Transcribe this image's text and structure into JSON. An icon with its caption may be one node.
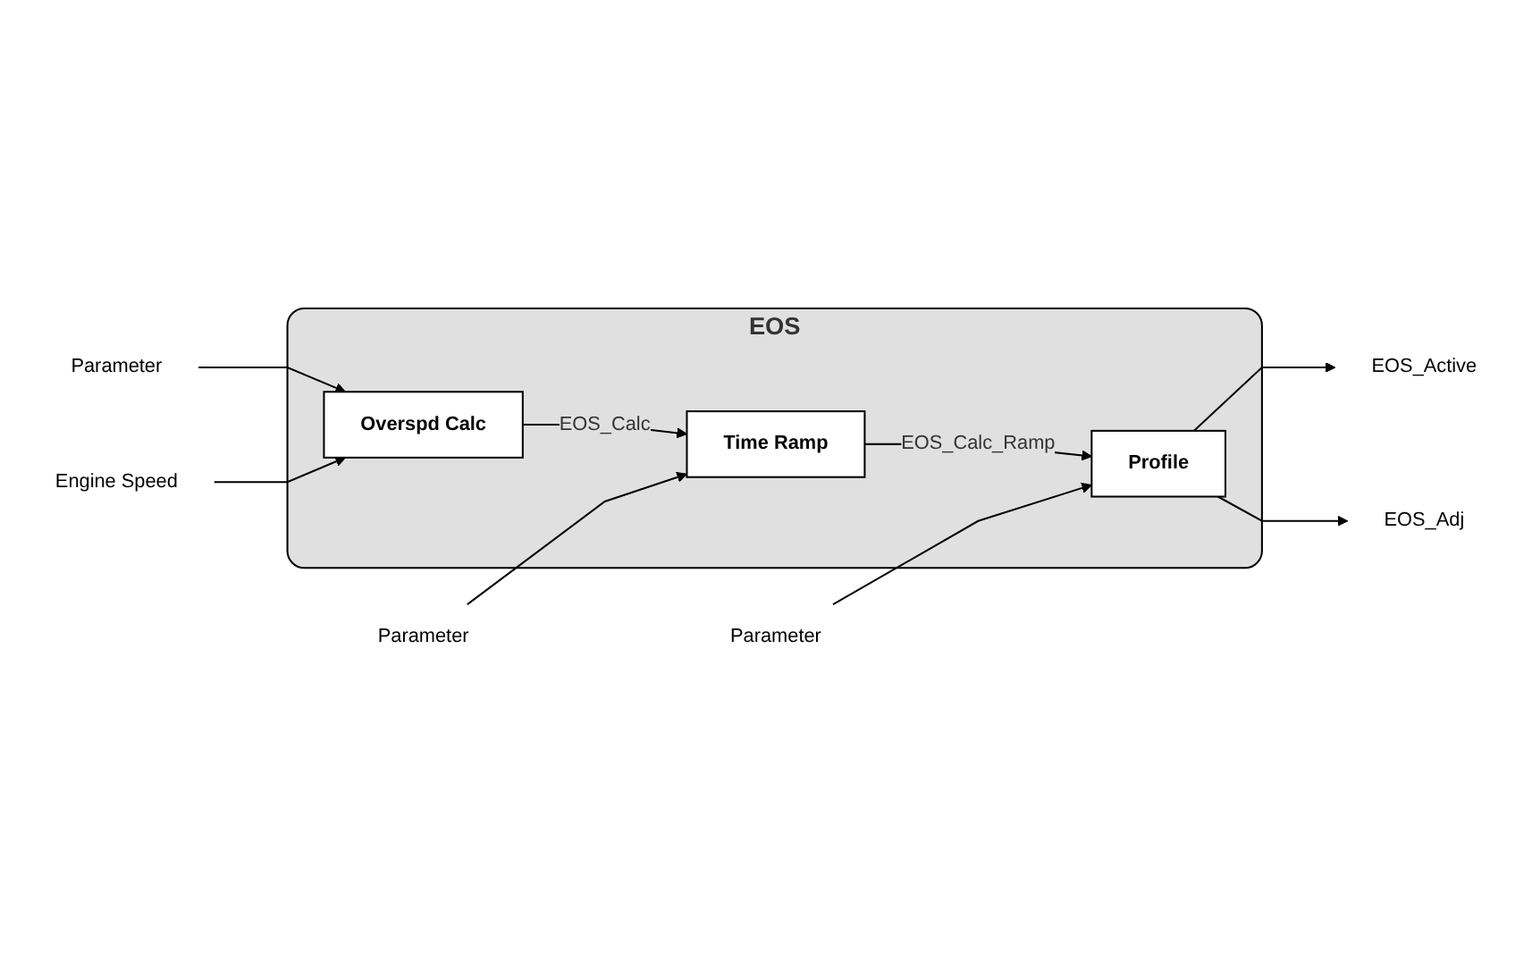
{
  "diagram": {
    "nodes": [
      {
        "text": [
          "EOS"
        ]
      },
      {
        "text": [
          "Overspd Calc"
        ],
        "in": 0
      },
      {
        "text": [
          "Time Ramp"
        ],
        "in": 0
      },
      {
        "text": [
          "Profile"
        ],
        "in": 0
      },
      {
        "text": [
          "Parameter"
        ]
      },
      {
        "text": [
          "Engine Speed"
        ]
      },
      {
        "text": [
          "Parameter"
        ]
      },
      {
        "text": [
          "Parameter"
        ]
      },
      {
        "text": [
          "EOS_Active"
        ]
      },
      {
        "text": [
          "EOS_Adj"
        ]
      }
    ],
    "edges": [
      {
        "from": 4,
        "to": 1,
        "arrow": "to"
      },
      {
        "from": 5,
        "to": 1,
        "arrow": "to"
      },
      {
        "from": 1,
        "to": 2,
        "arrow": "to",
        "label": "EOS_Calc"
      },
      {
        "from": 6,
        "to": 2,
        "arrow": "to"
      },
      {
        "from": 2,
        "to": 3,
        "arrow": "to",
        "label": "EOS_Calc_Ramp"
      },
      {
        "from": 7,
        "to": 3,
        "arrow": "to"
      },
      {
        "from": 3,
        "to": 8,
        "arrow": "to"
      },
      {
        "from": 3,
        "to": 9,
        "arrow": "to"
      }
    ]
  }
}
